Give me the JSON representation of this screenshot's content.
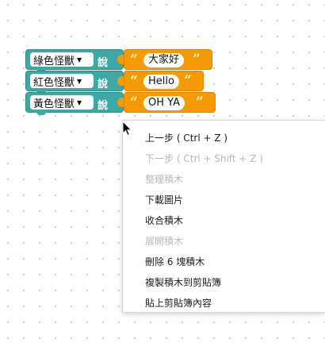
{
  "blocks": [
    {
      "monster": "綠色怪獸",
      "say": "說",
      "text": "大家好"
    },
    {
      "monster": "紅色怪獸",
      "say": "說",
      "text": "Hello"
    },
    {
      "monster": "黃色怪獸",
      "say": "說",
      "text": "OH YA"
    }
  ],
  "glyphs": {
    "open_quote": "“",
    "close_quote": "”",
    "dropdown_arrow": "▼"
  },
  "context_menu": {
    "items": [
      {
        "label": "上一步 ( Ctrl + Z )",
        "enabled": true
      },
      {
        "label": "下一步 ( Ctrl + Shift + Z )",
        "enabled": false
      },
      {
        "label": "整理積木",
        "enabled": false
      },
      {
        "label": "下載圖片",
        "enabled": true
      },
      {
        "label": "收合積木",
        "enabled": true
      },
      {
        "label": "展開積木",
        "enabled": false
      },
      {
        "label": "刪除 6 塊積木",
        "enabled": true
      },
      {
        "label": "複製積木到剪貼簿",
        "enabled": true
      },
      {
        "label": "貼上剪貼簿內容",
        "enabled": true
      }
    ]
  },
  "colors": {
    "teal_block": "#3ea8a4",
    "text_block": "#f59a00",
    "menu_disabled": "#b8b8b8"
  }
}
